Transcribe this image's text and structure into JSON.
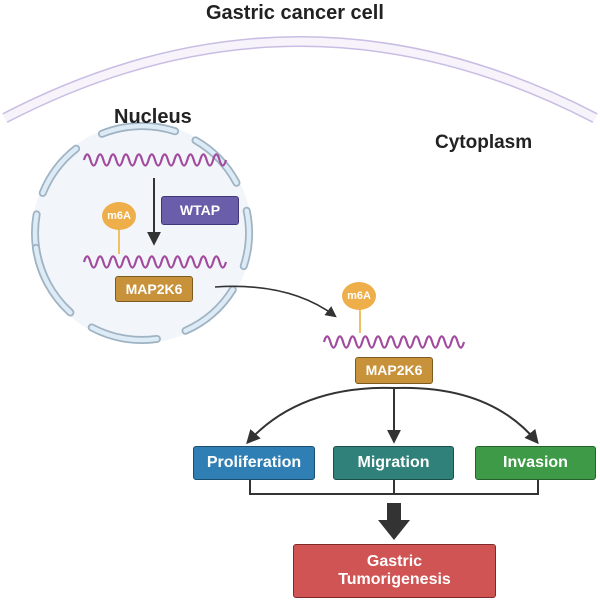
{
  "title": "Gastric cancer cell",
  "compartments": {
    "nucleus": "Nucleus",
    "cytoplasm": "Cytoplasm"
  },
  "nucleus_content": {
    "writer": "WTAP",
    "modification": "m6A",
    "gene": "MAP2K6"
  },
  "cytoplasm_content": {
    "modification": "m6A",
    "gene": "MAP2K6"
  },
  "outcomes": [
    {
      "label": "Proliferation",
      "color": "#2f7fb5"
    },
    {
      "label": "Migration",
      "color": "#2f8179"
    },
    {
      "label": "Invasion",
      "color": "#3f9a48"
    }
  ],
  "result": {
    "line1": "Gastric",
    "line2": "Tumorigenesis",
    "color": "#d05454"
  },
  "colors": {
    "rna": "#a24a9e",
    "m6a": "#eeae4a",
    "gene_box": "#c8923a",
    "wtap_box": "#6a5eaa",
    "membrane": "#b9a8d6",
    "nuclear_envelope": "#a9bfcf",
    "arrow": "#333333"
  }
}
